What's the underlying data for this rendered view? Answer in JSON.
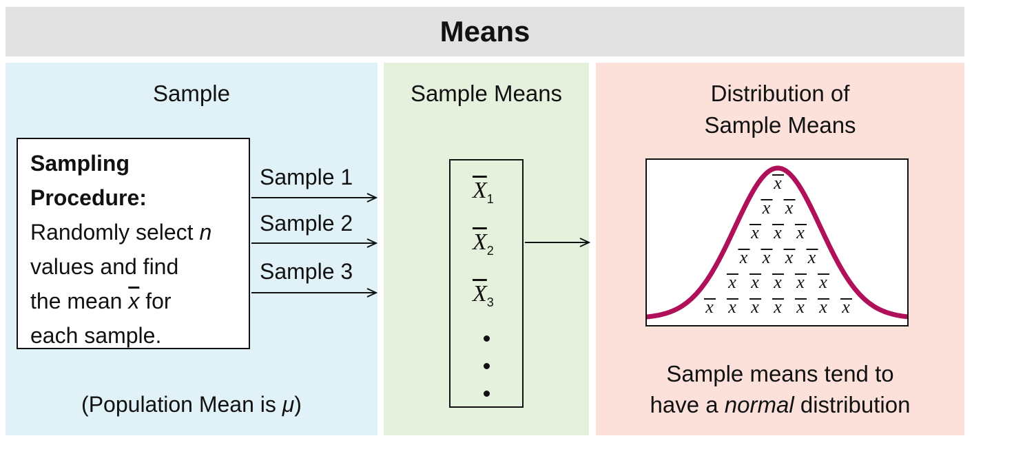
{
  "header": {
    "title": "Means"
  },
  "sample_panel": {
    "title": "Sample",
    "procedure": {
      "heading_line1": "Sampling",
      "heading_line2": "Procedure:",
      "line1_text": "Randomly select ",
      "line1_var": "n",
      "line2": "values and find",
      "line3_prefix": "the mean ",
      "line3_var": "x",
      "line3_suffix": " for",
      "line4": "each sample."
    },
    "samples": [
      "Sample 1",
      "Sample 2",
      "Sample 3"
    ],
    "population_prefix": "(Population Mean is ",
    "population_symbol": "μ",
    "population_suffix": ")"
  },
  "means_panel": {
    "title": "Sample Means",
    "means": [
      {
        "symbol": "X",
        "sub": "1"
      },
      {
        "symbol": "X",
        "sub": "2"
      },
      {
        "symbol": "X",
        "sub": "3"
      }
    ]
  },
  "distribution_panel": {
    "title_line1": "Distribution of",
    "title_line2": "Sample Means",
    "curve_color": "#b0105a",
    "xbar_rows": [
      1,
      2,
      3,
      4,
      5,
      7
    ],
    "xbar_symbol": "x",
    "caption_line1": "Sample means tend to",
    "caption_line2_prefix": "have a ",
    "caption_line2_emph": "normal",
    "caption_line2_suffix": " distribution"
  },
  "colors": {
    "header_bg": "#e2e2e2",
    "sample_bg": "#e0f1f7",
    "means_bg": "#e5f1dc",
    "distribution_bg": "#fbe1da"
  }
}
